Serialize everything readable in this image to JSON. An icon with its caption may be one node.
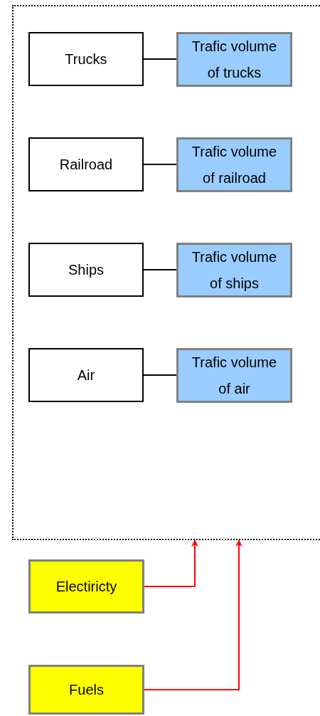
{
  "diagram": {
    "nodes": [
      {
        "text": [],
        "shape": "box"
      },
      {
        "text": [
          "Trucks"
        ],
        "in": 0
      },
      {
        "text": [
          "Trafic volume of trucks"
        ],
        "in": 0
      },
      {
        "text": [
          "Railroad"
        ],
        "in": 0
      },
      {
        "text": [
          "Trafic volume of railroad"
        ],
        "in": 0
      },
      {
        "text": [
          "Ships"
        ],
        "in": 0
      },
      {
        "text": [
          "Trafic volume of ships"
        ],
        "in": 0
      },
      {
        "text": [
          "Air"
        ],
        "in": 0
      },
      {
        "text": [
          "Trafic volume of air"
        ],
        "in": 0
      },
      {
        "text": [
          "Electiricty"
        ]
      },
      {
        "text": [
          "Fuels"
        ]
      }
    ],
    "edges": [
      {
        "from": 1,
        "to": 2,
        "arrow": "none"
      },
      {
        "from": 3,
        "to": 4,
        "arrow": "none"
      },
      {
        "from": 5,
        "to": 6,
        "arrow": "none"
      },
      {
        "from": 7,
        "to": 8,
        "arrow": "none"
      },
      {
        "from": 9,
        "to": 0,
        "arrow": "to",
        "color": "#ff0000"
      },
      {
        "from": 10,
        "to": 0,
        "arrow": "to",
        "color": "#ff0000"
      }
    ]
  }
}
